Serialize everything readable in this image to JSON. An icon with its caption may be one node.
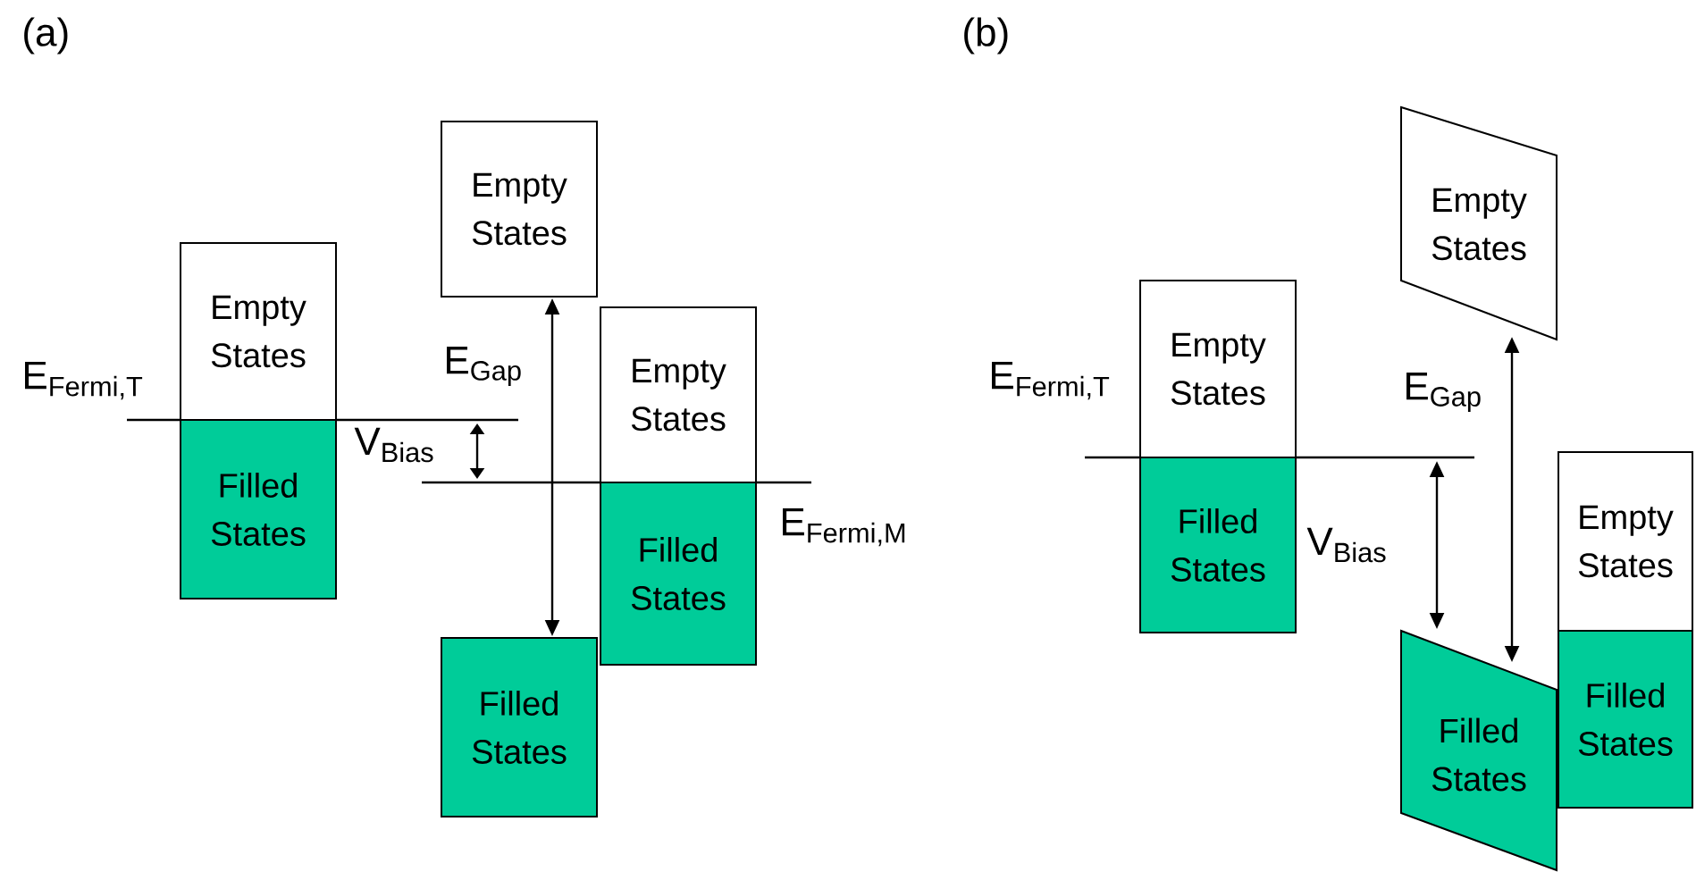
{
  "diagram": {
    "nodes": [
      {
        "text": [
          "Empty States"
        ]
      },
      {
        "text": [
          "Filled States"
        ]
      },
      {
        "text": [
          "Empty States"
        ]
      },
      {
        "text": [
          "Filled States"
        ]
      },
      {
        "text": [
          "Empty States"
        ]
      },
      {
        "text": [
          "Filled States"
        ]
      },
      {
        "text": [
          "Empty States"
        ]
      },
      {
        "text": [
          "Filled States"
        ]
      },
      {
        "text": [
          "Empty States"
        ]
      },
      {
        "text": [
          "Filled States"
        ]
      },
      {
        "text": [
          "Empty States"
        ]
      },
      {
        "text": [
          "Filled States"
        ]
      }
    ],
    "edges": [
      {
        "from": 2,
        "to": 3,
        "arrow": "both",
        "label": "E$_{Gap}$"
      },
      {
        "from": 8,
        "to": 9,
        "arrow": "both",
        "label": "E$_{Gap}$"
      }
    ],
    "labels": [
      "(a)",
      "E$_{Fermi,T}$",
      "V$_{Bias}$",
      "E$_{Fermi,M}$",
      "(b)",
      "E$_{Fermi,T}$",
      "V$_{Bias}$"
    ]
  }
}
